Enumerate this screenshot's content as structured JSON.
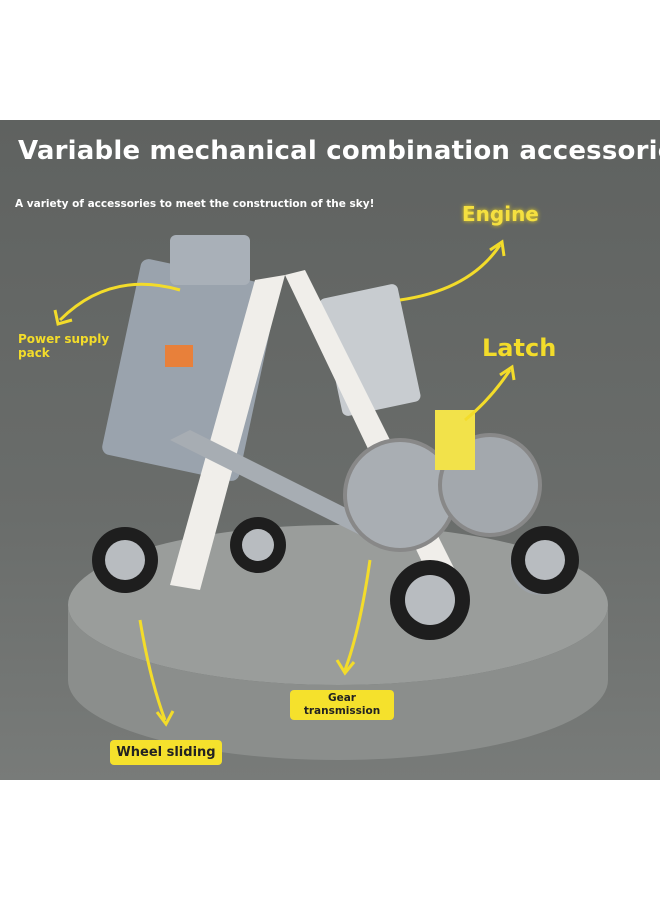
{
  "title": "Variable mechanical combination accessories",
  "subtitle": "A variety of accessories to meet the construction of the sky!",
  "labels": {
    "engine": "Engine",
    "power_supply": "Power supply pack",
    "latch": "Latch",
    "gear_transmission": "Gear transmission",
    "wheel_sliding": "Wheel sliding"
  },
  "colors": {
    "accent": "#f3dc2a",
    "background": "#636664"
  }
}
